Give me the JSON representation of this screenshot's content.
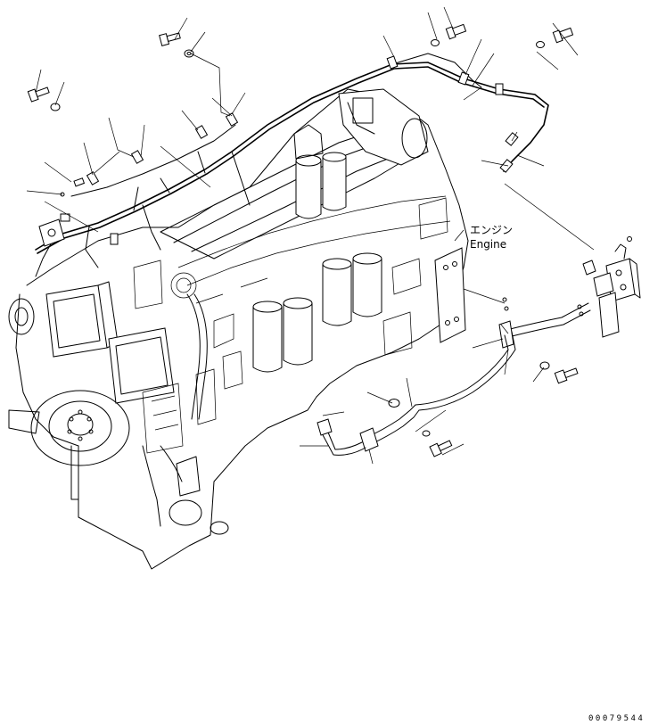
{
  "engine_label_jp": "エンジン",
  "engine_label_en": "Engine",
  "drawing_code": "00079544"
}
